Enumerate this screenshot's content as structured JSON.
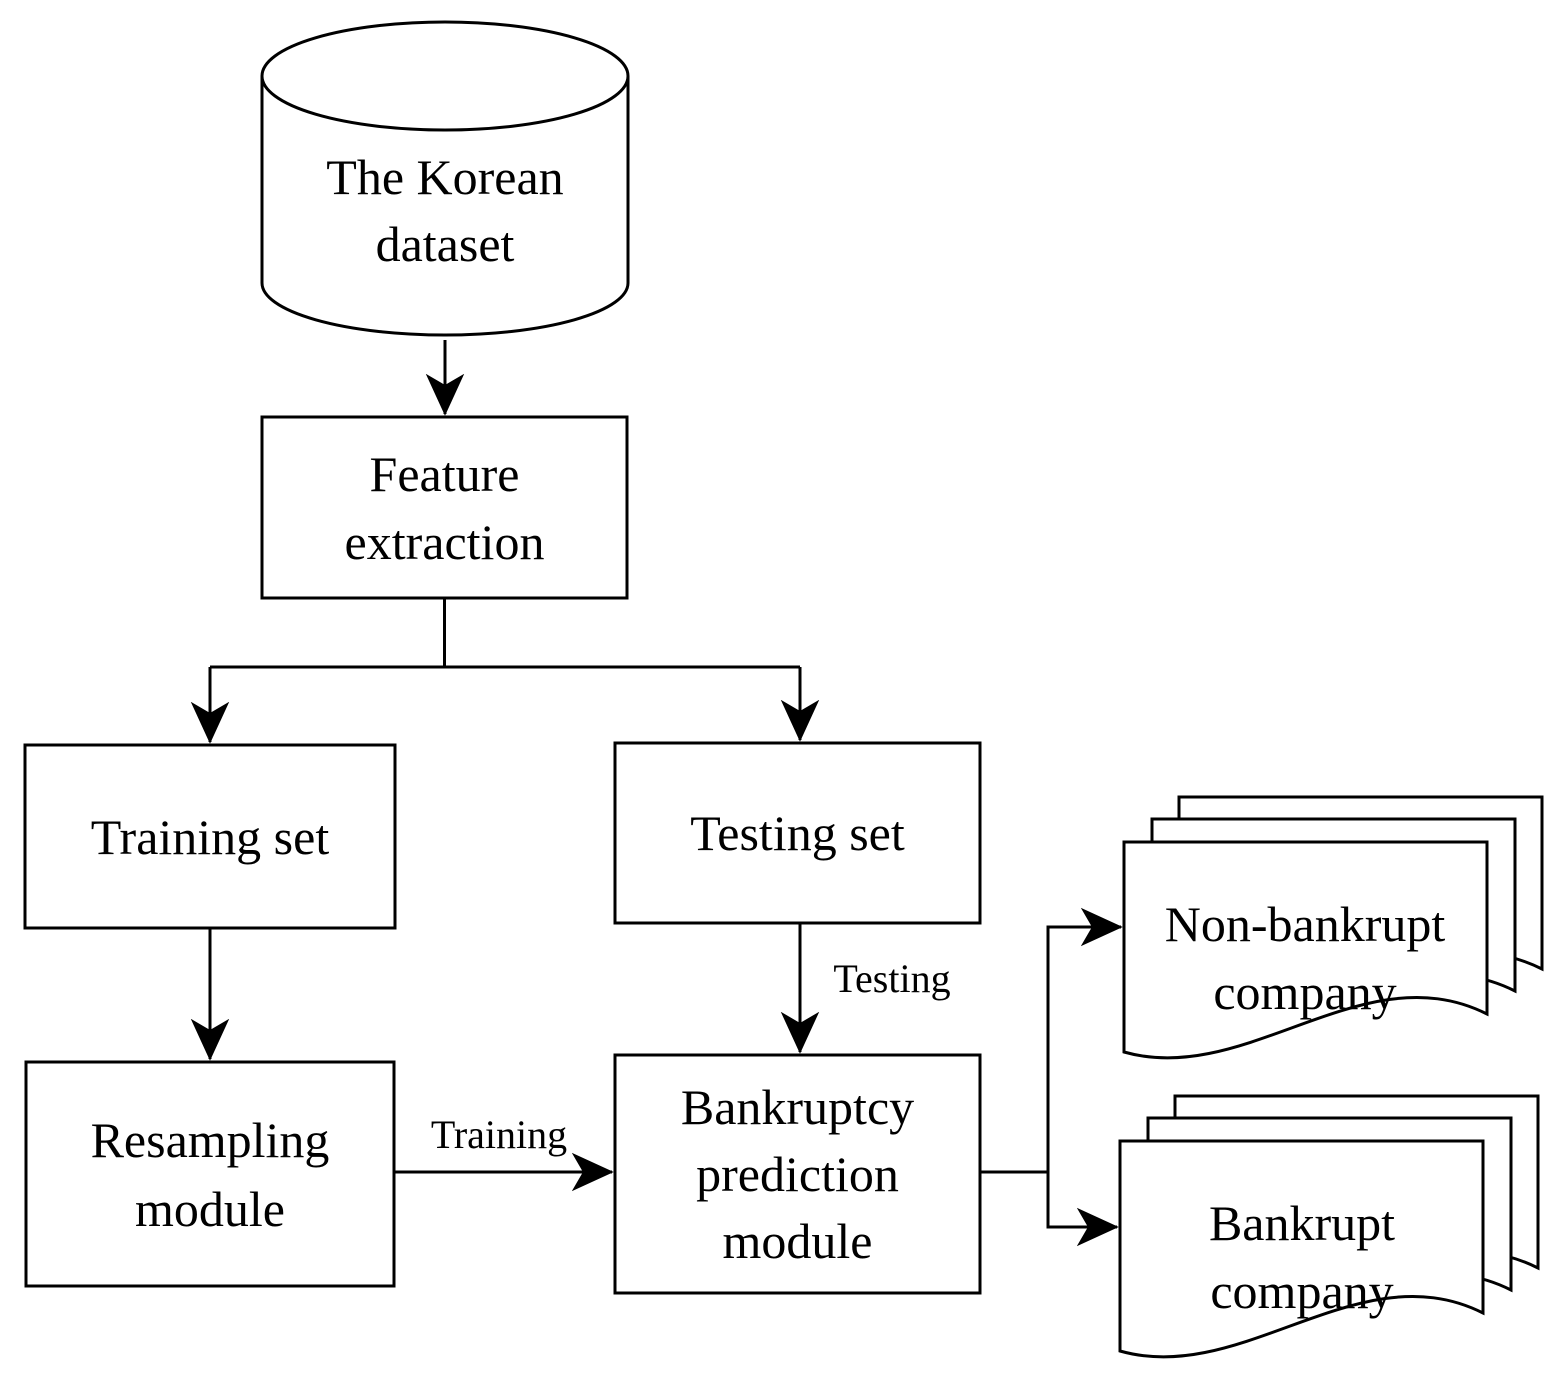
{
  "diagram": {
    "title": "Bankruptcy prediction workflow for the Korean dataset",
    "colors": {
      "background": "#ffffff",
      "stroke": "#000000",
      "text": "#000000",
      "shape_fill": "#ffffff"
    },
    "nodes": {
      "dataset": {
        "shape": "database-cylinder",
        "label": "The Korean dataset",
        "lines": [
          "The Korean",
          "dataset"
        ]
      },
      "feature_extraction": {
        "shape": "rectangle",
        "label": "Feature extraction",
        "lines": [
          "Feature",
          "extraction"
        ]
      },
      "training_set": {
        "shape": "rectangle",
        "label": "Training set",
        "lines": [
          "Training set"
        ]
      },
      "testing_set": {
        "shape": "rectangle",
        "label": "Testing set",
        "lines": [
          "Testing set"
        ]
      },
      "resampling_module": {
        "shape": "rectangle",
        "label": "Resampling module",
        "lines": [
          "Resampling",
          "module"
        ]
      },
      "prediction_module": {
        "shape": "rectangle",
        "label": "Bankruptcy prediction module",
        "lines": [
          "Bankruptcy",
          "prediction",
          "module"
        ]
      },
      "non_bankrupt_company": {
        "shape": "multi-document",
        "label": "Non-bankrupt company",
        "lines": [
          "Non-bankrupt",
          "company"
        ]
      },
      "bankrupt_company": {
        "shape": "multi-document",
        "label": "Bankrupt company",
        "lines": [
          "Bankrupt",
          "company"
        ]
      }
    },
    "edges": {
      "dataset_to_feature": {
        "from": "dataset",
        "to": "feature_extraction"
      },
      "feature_to_training": {
        "from": "feature_extraction",
        "to": "training_set"
      },
      "feature_to_testing": {
        "from": "feature_extraction",
        "to": "testing_set"
      },
      "training_to_resampling": {
        "from": "training_set",
        "to": "resampling_module"
      },
      "testing_to_prediction": {
        "from": "testing_set",
        "to": "prediction_module",
        "label": "Testing"
      },
      "resampling_to_prediction": {
        "from": "resampling_module",
        "to": "prediction_module",
        "label": "Training"
      },
      "prediction_to_non_bankrupt": {
        "from": "prediction_module",
        "to": "non_bankrupt_company"
      },
      "prediction_to_bankrupt": {
        "from": "prediction_module",
        "to": "bankrupt_company"
      }
    }
  }
}
